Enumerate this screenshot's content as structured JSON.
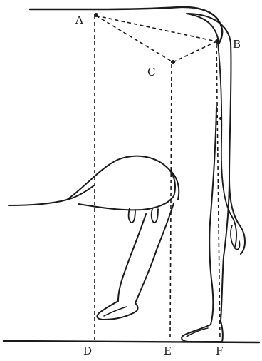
{
  "figure": {
    "point_labels": {
      "A": "A",
      "B": "B",
      "C": "C",
      "D": "D",
      "E": "E",
      "F": "F"
    }
  },
  "colors": {
    "ink": "#1a1a1a",
    "background": "#ffffff"
  }
}
